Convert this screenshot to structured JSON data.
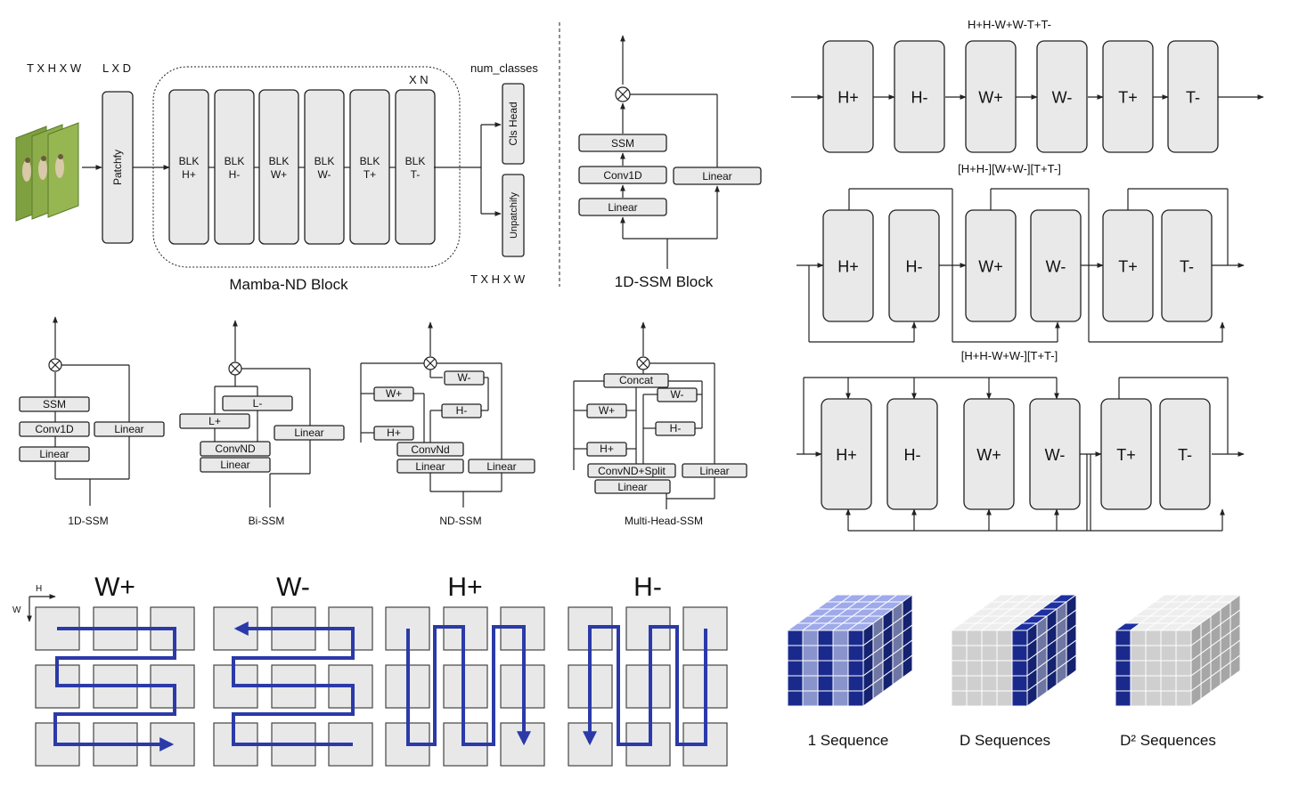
{
  "mamba": {
    "input_dims": "T X H X W",
    "embed_dims": "L X D",
    "patchify": "Patchfy",
    "repeat": "X N",
    "blocks": [
      {
        "l1": "BLK",
        "l2": "H+"
      },
      {
        "l1": "BLK",
        "l2": "H-"
      },
      {
        "l1": "BLK",
        "l2": "W+"
      },
      {
        "l1": "BLK",
        "l2": "W-"
      },
      {
        "l1": "BLK",
        "l2": "T+"
      },
      {
        "l1": "BLK",
        "l2": "T-"
      }
    ],
    "num_classes": "num_classes",
    "cls_head": "Cls Head",
    "unpatchify": "Unpatchify",
    "output_dims": "T X H X W",
    "caption": "Mamba-ND Block"
  },
  "ssm_block": {
    "ssm": "SSM",
    "conv": "Conv1D",
    "linear_left": "Linear",
    "linear_right": "Linear",
    "caption": "1D-SSM Block"
  },
  "variants": {
    "v1": {
      "ssm": "SSM",
      "conv": "Conv1D",
      "linear": "Linear",
      "linear_r": "Linear",
      "caption": "1D-SSM"
    },
    "v2": {
      "lminus": "L-",
      "lplus": "L+",
      "conv": "ConvND",
      "linear": "Linear",
      "linear_r": "Linear",
      "caption": "Bi-SSM"
    },
    "v3": {
      "wminus": "W-",
      "wplus": "W+",
      "hminus": "H-",
      "hplus": "H+",
      "conv": "ConvNd",
      "linear": "Linear",
      "linear_r": "Linear",
      "caption": "ND-SSM"
    },
    "v4": {
      "concat": "Concat",
      "wminus": "W-",
      "wplus": "W+",
      "hminus": "H-",
      "hplus": "H+",
      "conv": "ConvND+Split",
      "linear": "Linear",
      "linear_r": "Linear",
      "caption": "Multi-Head-SSM"
    }
  },
  "orders": [
    {
      "label": "H+H-W+W-T+T-",
      "items": [
        "H+",
        "H-",
        "W+",
        "W-",
        "T+",
        "T-"
      ]
    },
    {
      "label": "[H+H-][W+W-][T+T-]",
      "items": [
        "H+",
        "H-",
        "W+",
        "W-",
        "T+",
        "T-"
      ]
    },
    {
      "label": "[H+H-W+W-][T+T-]",
      "items": [
        "H+",
        "H-",
        "W+",
        "W-",
        "T+",
        "T-"
      ]
    }
  ],
  "scans": {
    "axis_h": "H",
    "axis_w": "W",
    "titles": [
      "W+",
      "W-",
      "H+",
      "H-"
    ]
  },
  "cubes": {
    "captions": [
      "1 Sequence",
      "D Sequences",
      "D² Sequences"
    ],
    "colors": {
      "blue": "#1a2a8c",
      "light": "#8a94cc",
      "grey": "#cfcfcf"
    }
  }
}
